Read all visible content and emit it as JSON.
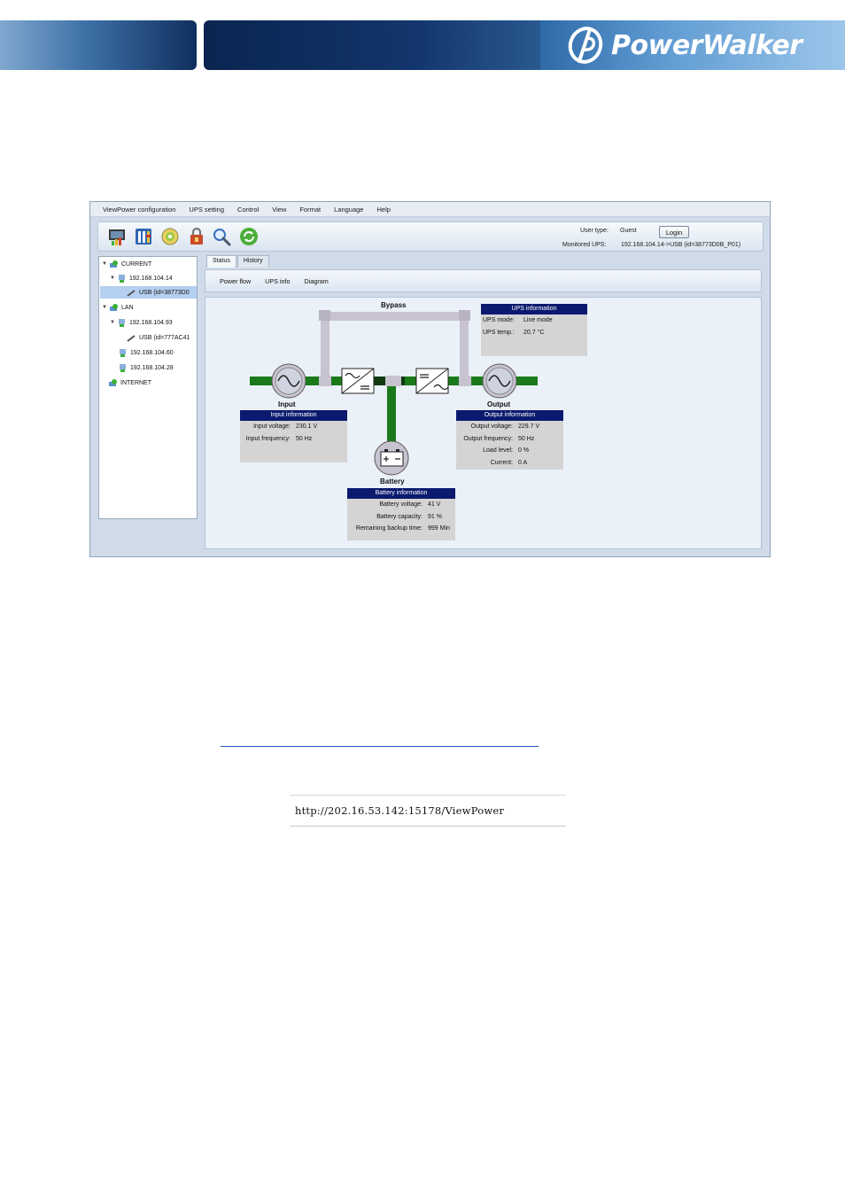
{
  "brand": {
    "logo_text": "PowerWalker"
  },
  "menu": [
    "ViewPower configuration",
    "UPS setting",
    "Control",
    "View",
    "Format",
    "Language",
    "Help"
  ],
  "toolbar": {
    "icons": [
      "monitor-icon",
      "settings-icon",
      "disc-icon",
      "lock-icon",
      "search-icon",
      "refresh-icon"
    ],
    "user_type_label": "User type:",
    "user_type_value": "Guest",
    "login_label": "Login",
    "monitored_label": "Monitored UPS:",
    "monitored_value": "192.168.104.14->USB (id=38773D0B_P01)"
  },
  "tree": {
    "current": "CURRENT",
    "current_host": "192.168.104.14",
    "current_usb": "USB (id=38773D0",
    "lan": "LAN",
    "lan_host1": "192.168.104.93",
    "lan_host1_usb": "USB (id=777AC41",
    "lan_host2": "192.168.104.60",
    "lan_host3": "192.168.104.28",
    "internet": "INTERNET"
  },
  "tabs": [
    "Status",
    "History"
  ],
  "subtabs": [
    "Power flow",
    "UPS info",
    "Diagram"
  ],
  "diagram": {
    "bypass": "Bypass",
    "input": "Input",
    "output": "Output",
    "battery": "Battery",
    "colors": {
      "active_line": "#1a7a1a",
      "bypass_line": "#c8c3d0",
      "header": "#0b1a6e"
    }
  },
  "ups_info": {
    "title": "UPS information",
    "mode_label": "UPS mode:",
    "mode_value": "Line mode",
    "temp_label": "UPS temp.:",
    "temp_value": "20.7 °C"
  },
  "input_info": {
    "title": "Input information",
    "voltage_label": "Input voltage:",
    "voltage_value": "230.1 V",
    "freq_label": "Input frequency:",
    "freq_value": "50 Hz"
  },
  "output_info": {
    "title": "Output information",
    "voltage_label": "Output voltage:",
    "voltage_value": "229.7 V",
    "freq_label": "Output frequency:",
    "freq_value": "50 Hz",
    "load_label": "Load level:",
    "load_value": "0 %",
    "current_label": "Current:",
    "current_value": "0 A"
  },
  "battery_info": {
    "title": "Battery information",
    "voltage_label": "Battery voltage:",
    "voltage_value": "41 V",
    "capacity_label": "Battery capacity:",
    "capacity_value": "91 %",
    "backup_label": "Remaining backup time:",
    "backup_value": "999 Min"
  },
  "url": {
    "text": "http://202.16.53.142:15178/ViewPower"
  }
}
